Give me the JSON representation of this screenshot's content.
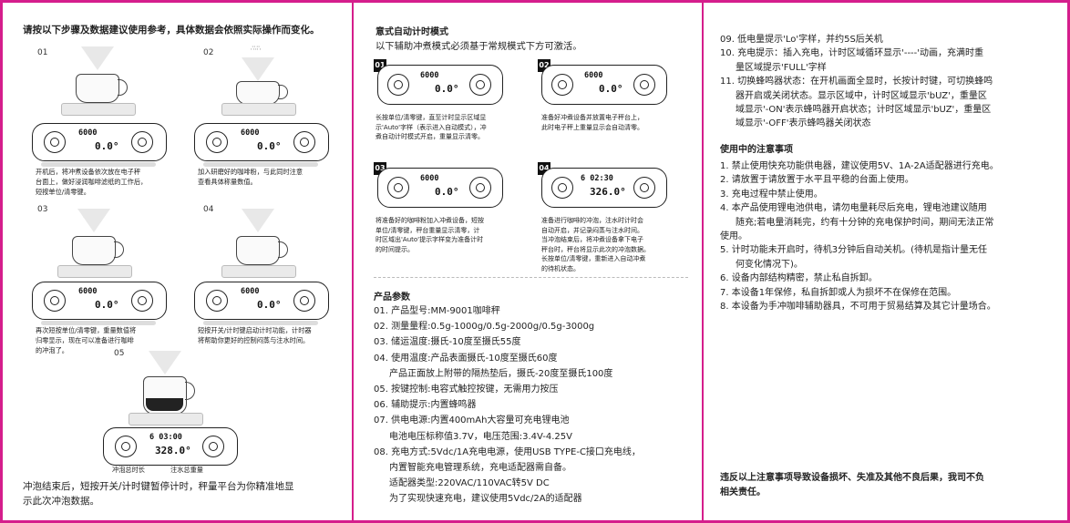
{
  "panel1": {
    "title": "请按以下步骤及数据建议使用参考，具体数据会依照实际操作而变化。",
    "steps": [
      {
        "num": "01",
        "caption": [
          "开机后，将冲煮设备依次放在电子秤",
          "台面上，做好浸润咖啡滤纸的工作后，",
          "短按单位/清零键。"
        ]
      },
      {
        "num": "02",
        "caption": [
          "加入研磨好的咖啡粉，与此同时注意",
          "查看具体称量数值。"
        ]
      },
      {
        "num": "03",
        "caption": [
          "再次短按单位/清零键，重量数值将",
          "归零显示，现在可以准备进行咖啡",
          "的冲泡了。"
        ]
      },
      {
        "num": "04",
        "caption": [
          "短按开关/计时键启动计时功能，计时器",
          "将帮助你更好的控制闷蒸与注水时间。"
        ]
      },
      {
        "num": "05",
        "caption": []
      }
    ],
    "display_idle": {
      "line1": "6000",
      "line2": "0.0°"
    },
    "display_final": {
      "line1": "6 03:00",
      "line2": "328.0°"
    },
    "label_time": "冲泡总时长",
    "label_weight": "注水总重量",
    "footer": [
      "冲泡结束后，短按开关/计时键暂停计时，秤量平台为你精准地显",
      "示此次冲泡数据。"
    ]
  },
  "panel2": {
    "title": "意式自动计时模式",
    "subtitle": "以下辅助冲煮模式必须基于常规模式下方可激活。",
    "modes": [
      {
        "num": "01",
        "line1": "6000",
        "line2": "0.0°",
        "caption": [
          "长按单位/清零键，直至计时显示区域显",
          "示'Auto'字样（表示进入自动模式），冲",
          "煮自动计时模式开启，重量显示清零。"
        ]
      },
      {
        "num": "02",
        "line1": "6000",
        "line2": "0.0°",
        "caption": [
          "准备好冲煮设备并放置电子秤台上，",
          "此时电子秤上重量显示会自动清零。"
        ]
      },
      {
        "num": "03",
        "line1": "6000",
        "line2": "0.0°",
        "caption": [
          "将准备好的咖啡粉加入冲煮设备，短按",
          "单位/清零键，秤台重量显示清零，计",
          "时区域出'Auto'提示字样变为准备计时",
          "的时间提示。"
        ]
      },
      {
        "num": "04",
        "line1": "6 02:30",
        "line2": "326.0°",
        "caption": [
          "准备进行咖啡的冲泡，注水时计时会",
          "自动开启，并记录闷蒸与注水时间。",
          "当冲泡结束后，将冲煮设备拿下电子",
          "秤台时，秤台将显示此次的冲泡数据。",
          "长按单位/清零键，重新进入自动冲煮",
          "的待机状态。"
        ]
      }
    ],
    "spec_title": "产品参数",
    "specs": [
      {
        "line": "01. 产品型号:MM-9001咖啡秤",
        "sub": []
      },
      {
        "line": "02. 测量量程:0.5g-1000g/0.5g-2000g/0.5g-3000g",
        "sub": []
      },
      {
        "line": "03. 储运温度:摄氏-10度至摄氏55度",
        "sub": []
      },
      {
        "line": "04. 使用温度:产品表面摄氏-10度至摄氏60度",
        "sub": [
          "产品正面放上附带的隔热垫后，摄氏-20度至摄氏100度"
        ]
      },
      {
        "line": "05. 按键控制:电容式触控按键，无需用力按压",
        "sub": []
      },
      {
        "line": "06. 辅助提示:内置蜂鸣器",
        "sub": []
      },
      {
        "line": "07. 供电电源:内置400mAh大容量可充电锂电池",
        "sub": [
          "电池电压标称值3.7V，电压范围:3.4V-4.25V"
        ]
      },
      {
        "line": "08. 充电方式:5Vdc/1A充电电源，使用USB TYPE-C接口充电线，",
        "sub": [
          "内置智能充电管理系统，充电适配器需自备。",
          "适配器类型:220VAC/110VAC转5V DC",
          "为了实现快速充电，建议使用5Vdc/2A的适配器"
        ]
      }
    ]
  },
  "panel3": {
    "specs_cont": [
      {
        "line": "09. 低电量提示'Lo'字样，并约5S后关机",
        "sub": []
      },
      {
        "line": "10. 充电提示：插入充电，计时区域循环显示'----'动画，充满时重",
        "sub": [
          "量区域提示'FULL'字样"
        ]
      },
      {
        "line": "11. 切换蜂鸣器状态：在开机画面全显时，长按计时键，可切换蜂鸣",
        "sub": [
          "器开启或关闭状态。显示区域中，计时区域显示'bUZ'，重量区",
          "域显示'-ON'表示蜂鸣器开启状态；计时区域显示'bUZ'，重量区",
          "域显示'-OFF'表示蜂鸣器关闭状态"
        ]
      }
    ],
    "notes_title": "使用中的注意事项",
    "notes": [
      {
        "line": "1. 禁止使用快充功能供电器，建议使用5V、1A-2A适配器进行充电。",
        "sub": []
      },
      {
        "line": "2. 请放置于请放置于水平且平稳的台面上使用。",
        "sub": []
      },
      {
        "line": "3. 充电过程中禁止使用。",
        "sub": []
      },
      {
        "line": "4. 本产品使用锂电池供电，请勿电量耗尽后充电，锂电池建议随用",
        "sub": [
          "随充;若电量消耗完，约有十分钟的充电保护时间，期间无法正常"
        ]
      },
      {
        "line": "使用。",
        "sub": []
      },
      {
        "line": "5. 计时功能未开启时，待机3分钟后自动关机。(待机是指计量无任",
        "sub": [
          "何变化情况下)。"
        ]
      },
      {
        "line": "6. 设备内部结构精密，禁止私自拆卸。",
        "sub": []
      },
      {
        "line": "7. 本设备1年保修，私自拆卸或人为损坏不在保修在范围。",
        "sub": []
      },
      {
        "line": "8. 本设备为手冲咖啡辅助器具，不可用于贸易结算及其它计量场合。",
        "sub": []
      }
    ],
    "footer": [
      "违反以上注意事项导致设备损坏、失准及其他不良后果，我司不负",
      "相关责任。"
    ]
  },
  "colors": {
    "accent": "#d51e8c"
  }
}
